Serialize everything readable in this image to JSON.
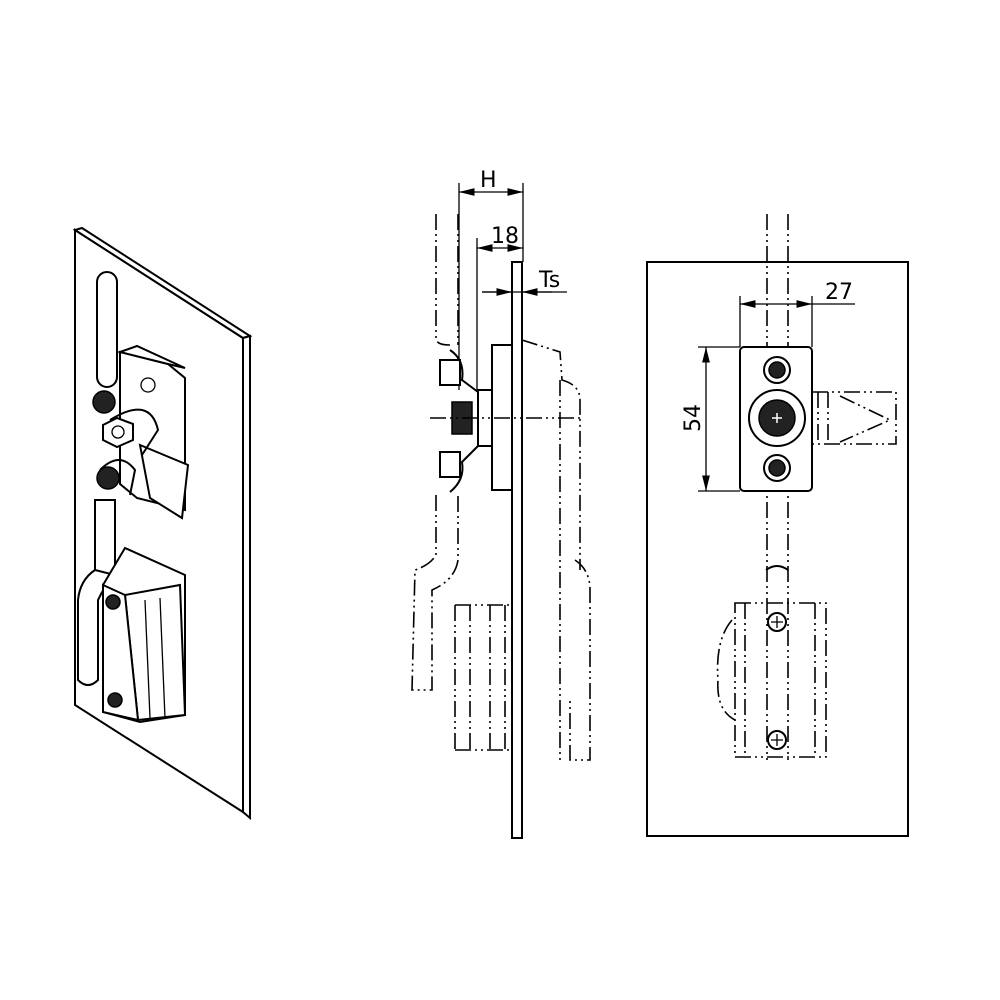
{
  "drawing": {
    "views": [
      "isometric-view",
      "side-view",
      "front-view"
    ],
    "dimensions": {
      "overall_height": "H",
      "depth": "18",
      "sheet_thickness": "Ts",
      "width": "27",
      "height": "54"
    },
    "line_color": "#000000",
    "background": "#ffffff"
  }
}
